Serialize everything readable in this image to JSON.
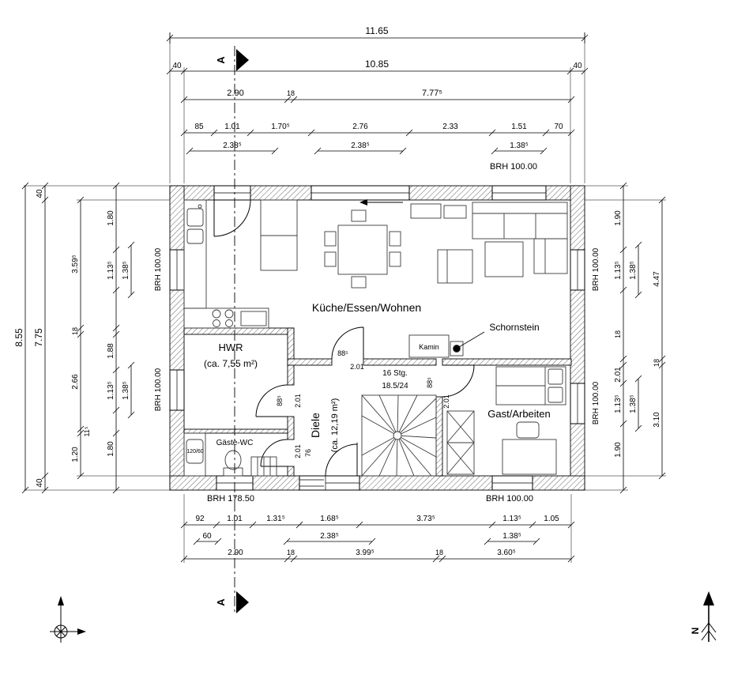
{
  "rooms": {
    "kitchen_living": "Küche/Essen/Wohnen",
    "hwr_name": "HWR",
    "hwr_area": "(ca. 7,55 m²)",
    "diele_name": "Diele",
    "diele_area": "(ca. 12,19 m²)",
    "gast": "Gast/Arbeiten",
    "wc": "Gäste-WC"
  },
  "annotations": {
    "kamin": "Kamin",
    "schornstein": "Schornstein",
    "stairs_line1": "16 Stg.",
    "stairs_line2": "18.5/24",
    "wc_vanity": "120/60",
    "section_label": "A",
    "north_label": "N"
  },
  "brh": {
    "top_right": "BRH 100.00",
    "left_upper": "BRH 100.00",
    "left_lower": "BRH 100.00",
    "right_upper": "BRH 100.00",
    "right_lower": "BRH 100.00",
    "bottom_left": "BRH 178.50",
    "bottom_right": "BRH 100.00"
  },
  "doors": {
    "living_diele_w": "88⁵",
    "living_diele_h": "2.01",
    "hwr_w": "88⁵",
    "hwr_h": "2.01",
    "gast_w": "88⁵",
    "gast_h": "2.01",
    "wc_w": "76",
    "wc_h": "2.01"
  },
  "dims": {
    "top1": [
      "11.65"
    ],
    "top2": [
      "40",
      "10.85",
      "40"
    ],
    "top3": [
      "2.90",
      "18",
      "7.77⁵"
    ],
    "top4": [
      "85",
      "1.01",
      "1.70⁵",
      "2.76",
      "2.33",
      "1.51",
      "70"
    ],
    "top5": [
      "2.38⁵",
      "2.38⁵",
      "1.38⁵"
    ],
    "left1": [
      "8.55"
    ],
    "left2": [
      "40",
      "7.75",
      "40"
    ],
    "left3": [
      "3.59⁵",
      "18",
      "2.66",
      "11⁵",
      "1.20"
    ],
    "left4": [
      "1.80",
      "1.13⁵",
      "1.88",
      "1.13⁵",
      "1.80"
    ],
    "left5": [
      "1.38⁵",
      "1.38⁵"
    ],
    "right1": [
      "1.90",
      "1.13⁵",
      "18",
      "2.01",
      "1.13⁵",
      "1.90"
    ],
    "right2": [
      "1.38⁵",
      "1.38⁵"
    ],
    "right3": [
      "4.47",
      "18",
      "3.10"
    ],
    "bottom1": [
      "92",
      "1.01",
      "1.31⁵",
      "1.68⁵",
      "3.73⁵",
      "1.13⁵",
      "1.05"
    ],
    "bottom2": [
      "60",
      "2.38⁵",
      "1.38⁵"
    ],
    "bottom3": [
      "2.90",
      "18",
      "3.99⁵",
      "18",
      "3.60⁵"
    ]
  }
}
